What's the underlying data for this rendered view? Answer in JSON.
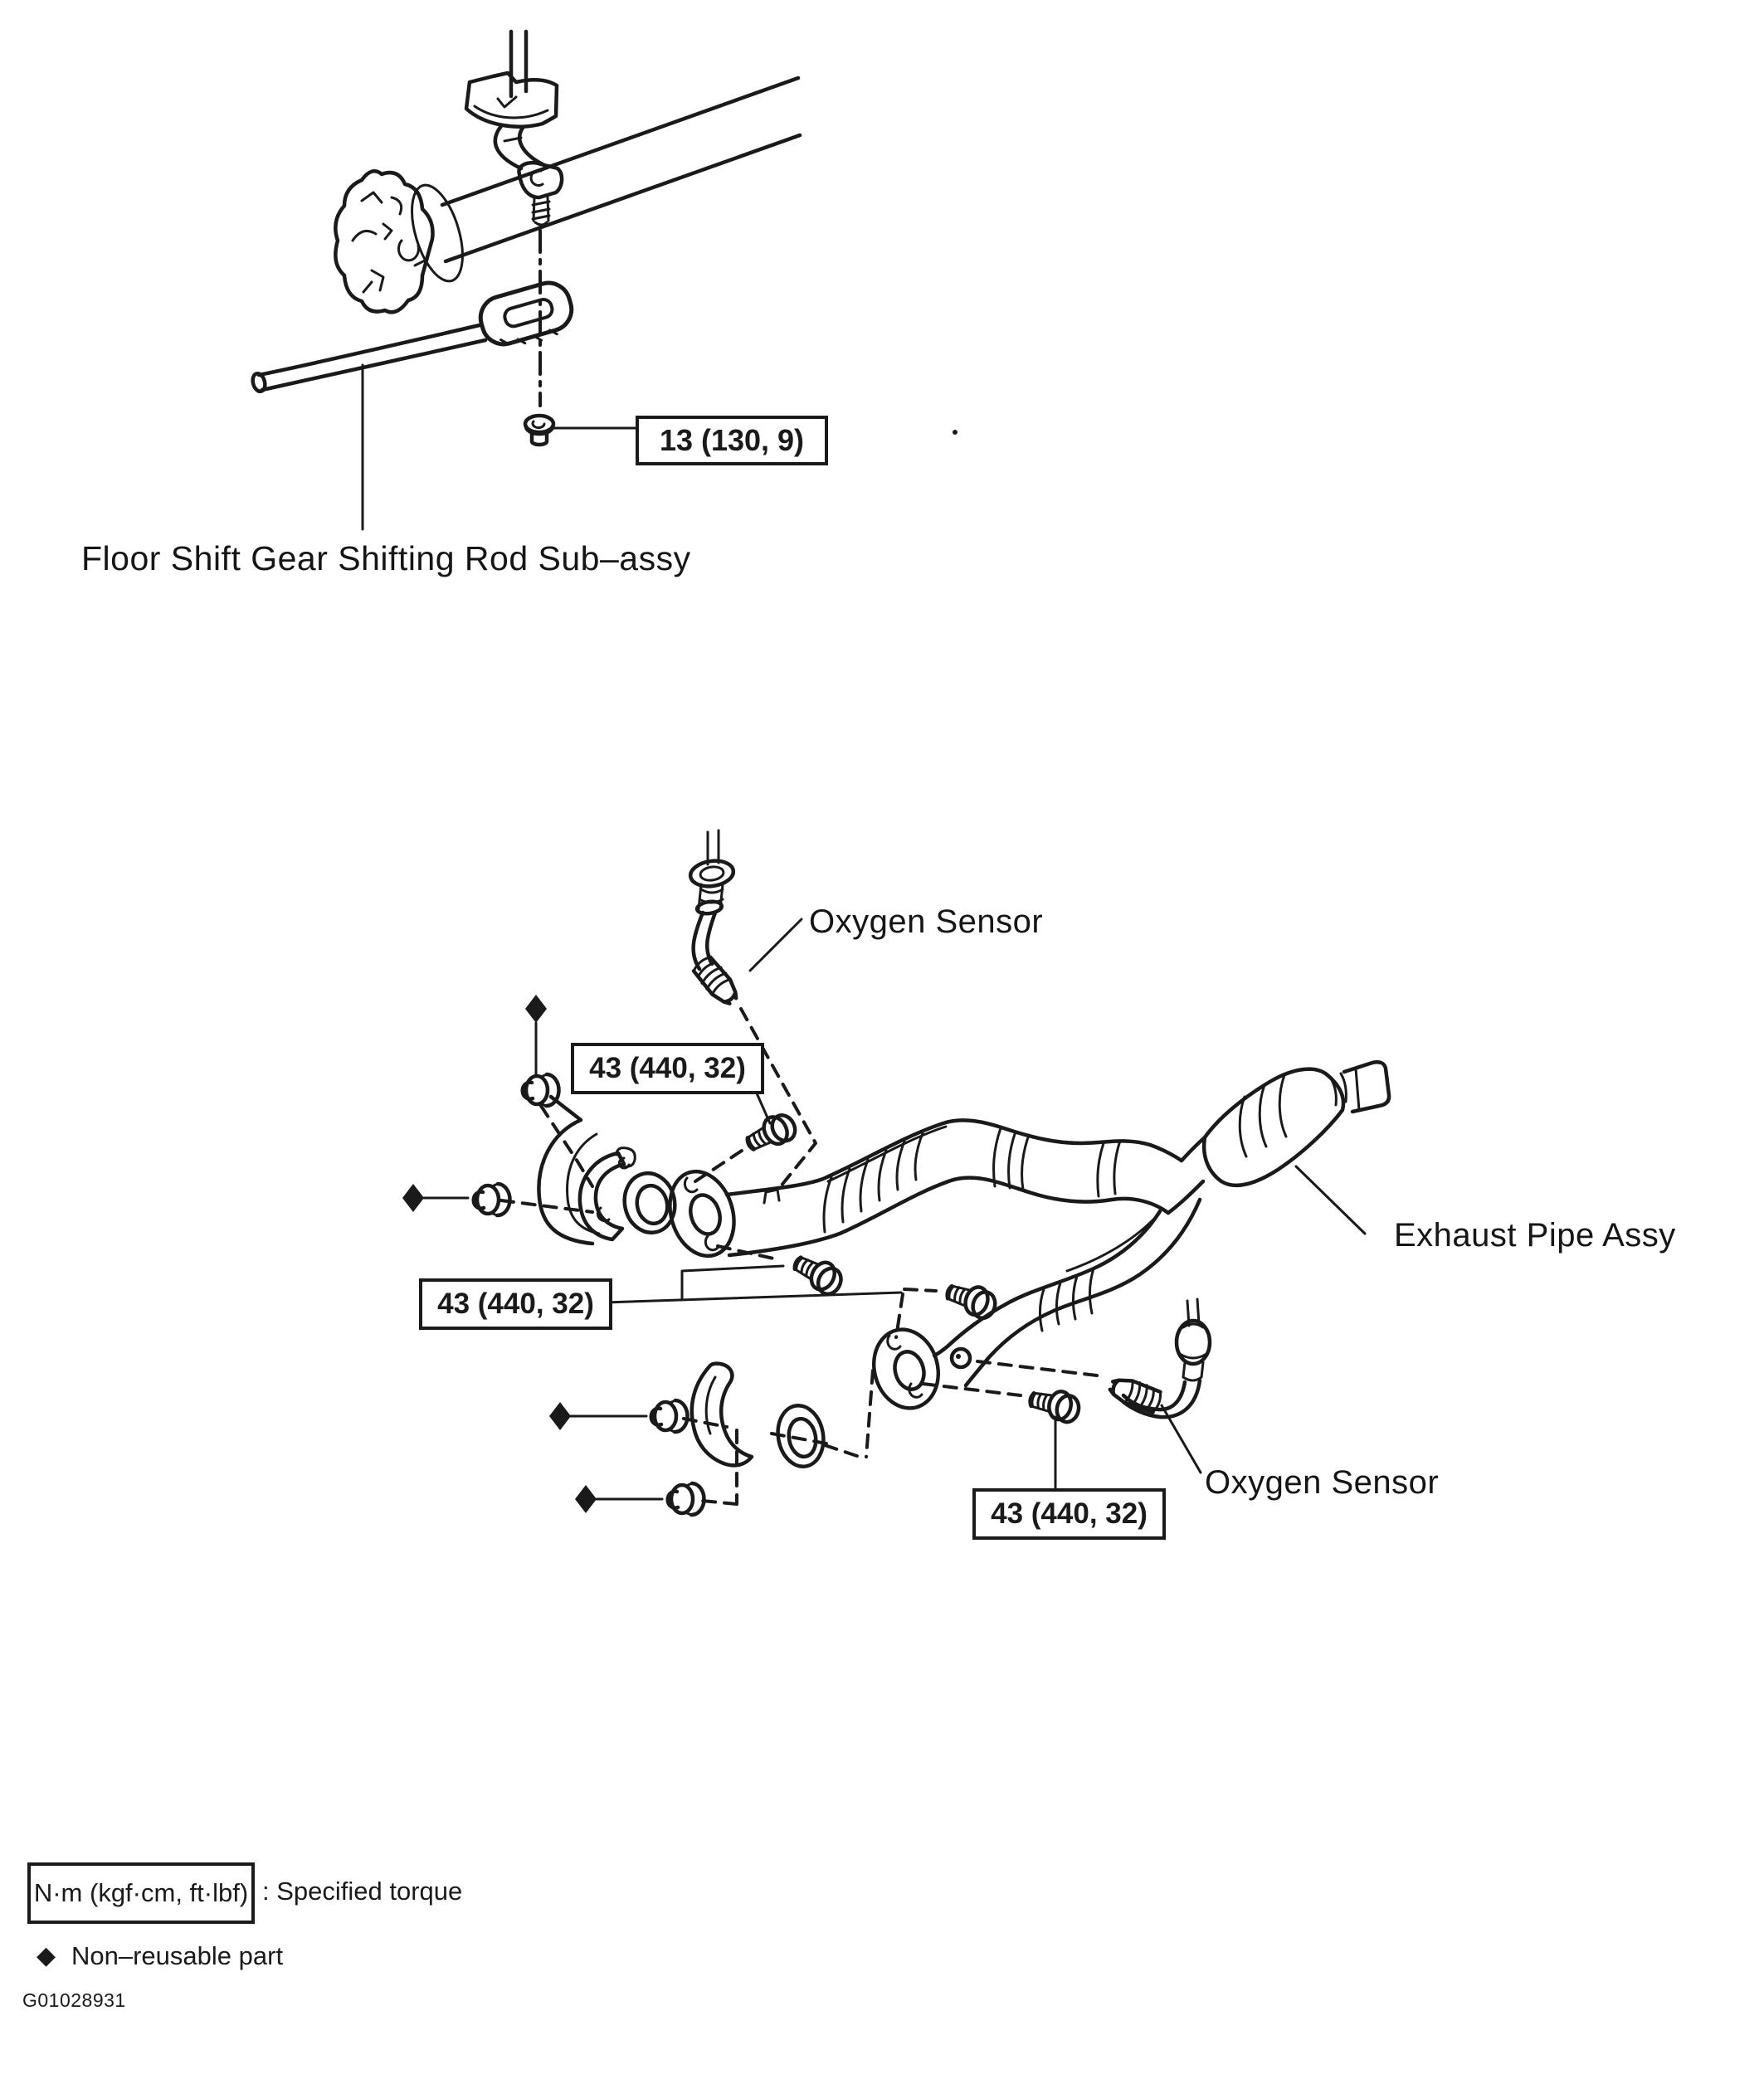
{
  "page": {
    "background": "#ffffff",
    "ink": "#1a1a1a"
  },
  "labels": {
    "shift_rod": "Floor Shift Gear Shifting Rod Sub–assy",
    "oxygen_sensor_front": "Oxygen Sensor",
    "exhaust_pipe_assy": "Exhaust Pipe Assy",
    "oxygen_sensor_rear": "Oxygen Sensor"
  },
  "torque_callouts": {
    "shift_rod_bolt": "13 (130, 9)",
    "front_pipe_upper_bolt": "43 (440, 32)",
    "front_flange_bolts": "43 (440, 32)",
    "rear_flange_bolt": "43 (440, 32)"
  },
  "legend": {
    "torque_unit_box": "N·m (kgf·cm, ft·lbf)",
    "torque_desc": ": Specified torque",
    "non_reusable_marker": "◆",
    "non_reusable_text": "Non–reusable part"
  },
  "figure_id": "G01028931"
}
